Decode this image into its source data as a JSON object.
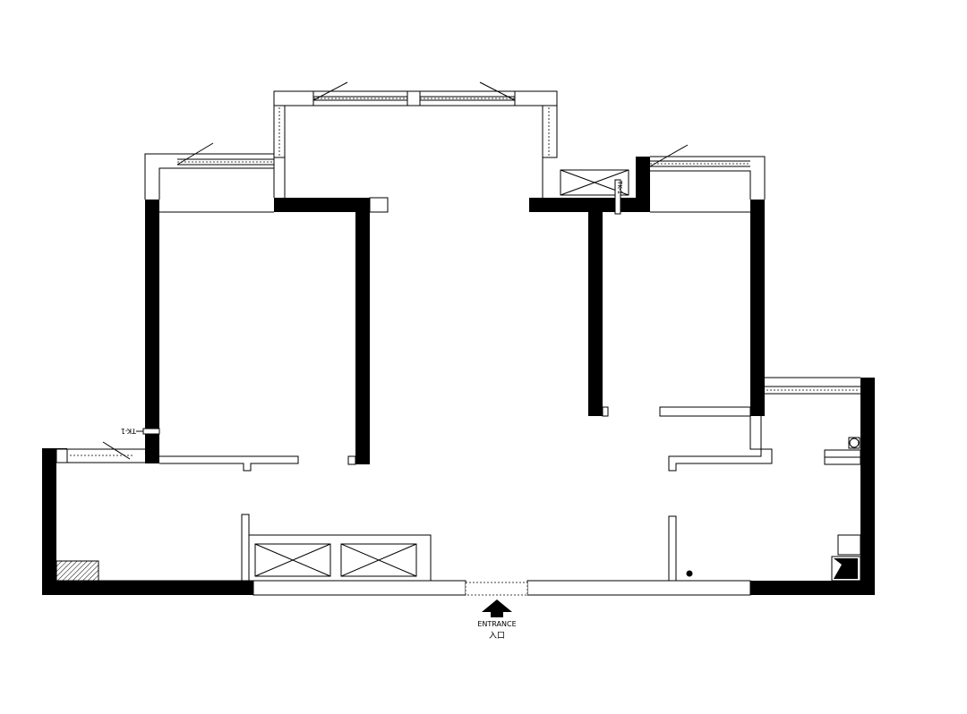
{
  "plan": {
    "entrance_label": "ENTRANCE",
    "entrance_label_cn": "入口",
    "tag_left": "TK-1",
    "tag_right": "TK-1",
    "colors": {
      "wall": "#000000",
      "background": "#ffffff"
    }
  }
}
